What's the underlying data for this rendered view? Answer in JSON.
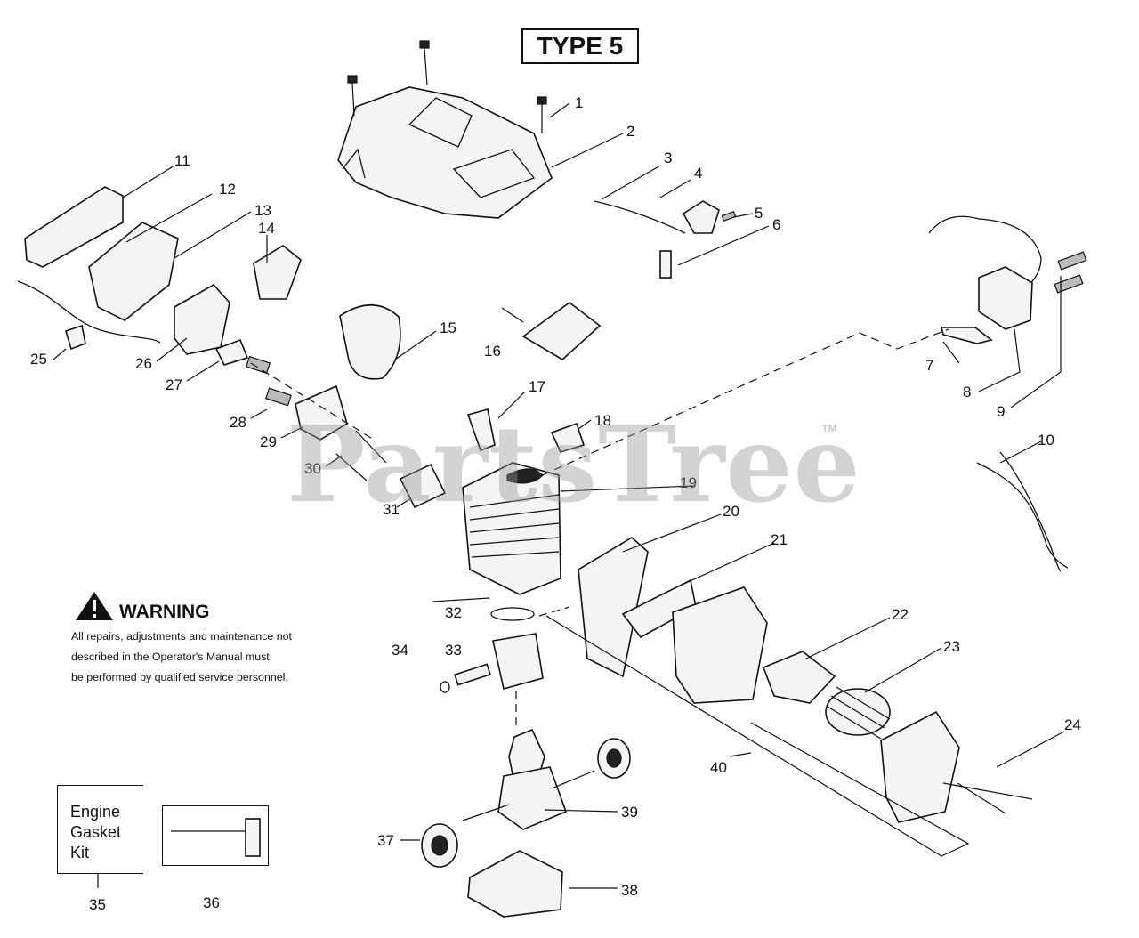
{
  "diagram_type": "exploded parts diagram",
  "type_badge": "TYPE 5",
  "watermark": "PartsTree",
  "watermark_mark": "™",
  "warning": {
    "title": "WARNING",
    "lines": [
      "All repairs, adjustments and maintenance not",
      "described in the Operator's Manual must",
      "be performed by qualified service personnel."
    ]
  },
  "kit_box": {
    "lines": [
      "Engine",
      "Gasket",
      "Kit"
    ]
  },
  "part_numbers": [
    "1",
    "2",
    "3",
    "4",
    "5",
    "6",
    "7",
    "8",
    "9",
    "10",
    "11",
    "12",
    "13",
    "14",
    "15",
    "16",
    "17",
    "18",
    "19",
    "20",
    "21",
    "22",
    "23",
    "24",
    "25",
    "26",
    "27",
    "28",
    "29",
    "30",
    "31",
    "32",
    "33",
    "34",
    "35",
    "36",
    "37",
    "38",
    "39",
    "40"
  ]
}
